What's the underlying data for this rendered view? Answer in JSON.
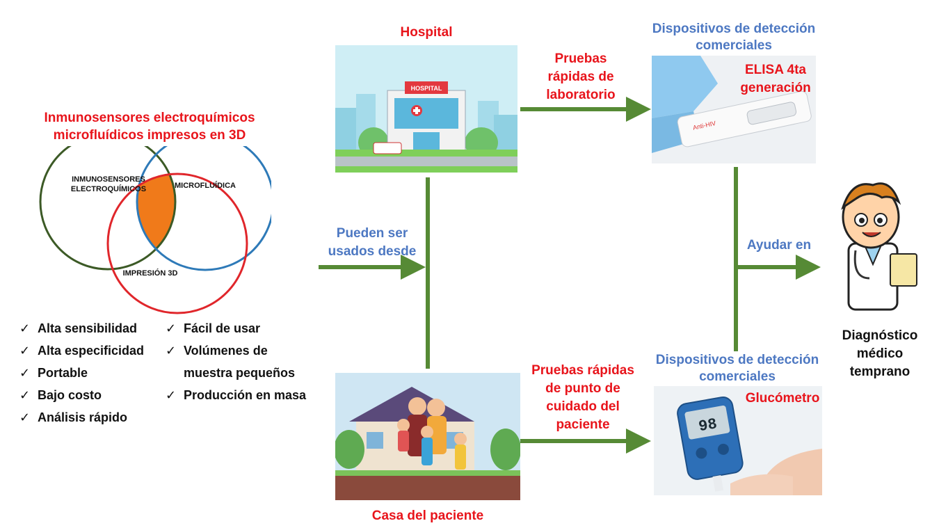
{
  "venn": {
    "title_line1": "Inmunosensores electroquímicos",
    "title_line2": "microfluídicos impresos en 3D",
    "circle_a_line1": "INMUNOSENSORES",
    "circle_a_line2": "ELECTROQUÍMICOS",
    "circle_b": "MICROFLUÍDICA",
    "circle_c": "IMPRESIÓN 3D",
    "colors": {
      "a": "#3c5a26",
      "b": "#2e7ab8",
      "c": "#e0262b",
      "overlap": "#f07a1a"
    }
  },
  "benefits_left": [
    "Alta sensibilidad",
    "Alta especificidad",
    "Portable",
    "Bajo costo",
    "Análisis rápido"
  ],
  "benefits_right": {
    "item1": "Fácil de usar",
    "item2_line1": "Volúmenes de",
    "item2_line2": "muestra pequeños",
    "item3": "Producción en masa"
  },
  "check_symbol": "✓",
  "flow": {
    "pueden_line1": "Pueden ser",
    "pueden_line2": "usados desde",
    "hospital": "Hospital",
    "hospital_sign": "HOSPITAL",
    "casa": "Casa del paciente",
    "lab_line1": "Pruebas",
    "lab_line2": "rápidas de",
    "lab_line3": "laboratorio",
    "poc_line1": "Pruebas rápidas",
    "poc_line2": "de punto de",
    "poc_line3": "cuidado del",
    "poc_line4": "paciente",
    "devices_top_line1": "Dispositivos de detección",
    "devices_top_line2": "comerciales",
    "elisa_line1": "ELISA 4ta",
    "elisa_line2": "generación",
    "anti_hiv": "Anti-HIV",
    "devices_bottom_line1": "Dispositivos de detección",
    "devices_bottom_line2": "comerciales",
    "glucometro": "Glucómetro",
    "glucose_reading": "98",
    "ayudar": "Ayudar en",
    "diag_line1": "Diagnóstico",
    "diag_line2": "médico",
    "diag_line3": "temprano",
    "arrow_color": "#568a35"
  }
}
